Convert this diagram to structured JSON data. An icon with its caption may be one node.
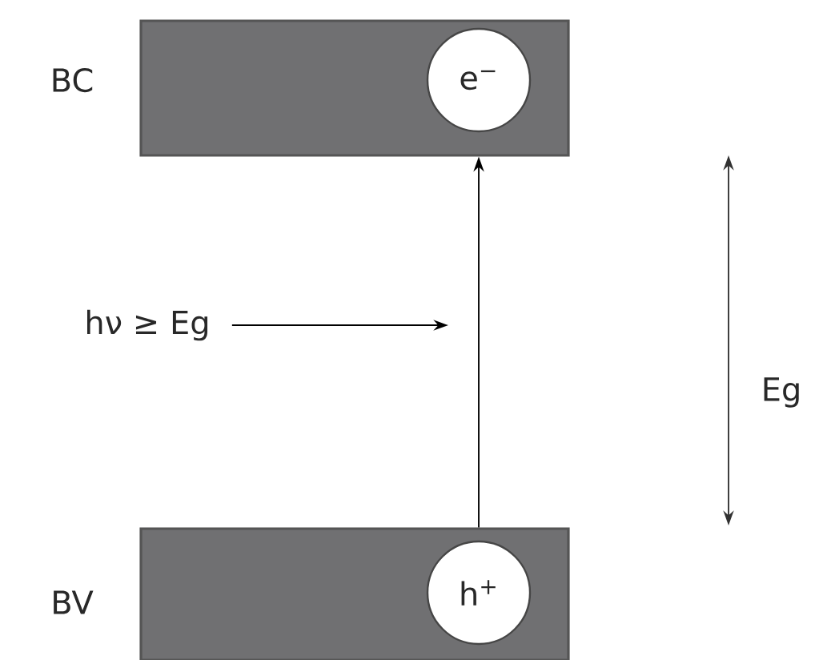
{
  "diagram": {
    "nodes": [
      {
        "text": [],
        "shape": "box",
        "beside": [
          "BC"
        ]
      },
      {
        "text": [
          "e$^{−}$"
        ],
        "in": 0
      },
      {
        "text": [],
        "shape": "box",
        "beside": [
          "BV"
        ]
      },
      {
        "text": [
          "h$^{+}$"
        ],
        "in": 2
      },
      {
        "text": [
          "hν ≥ Eg"
        ]
      }
    ],
    "edges": [
      {
        "from": 2,
        "to": 0,
        "arrow": "to"
      },
      {
        "from": 4,
        "to": null,
        "arrow": "to"
      }
    ],
    "labels": [
      "Eg"
    ]
  }
}
